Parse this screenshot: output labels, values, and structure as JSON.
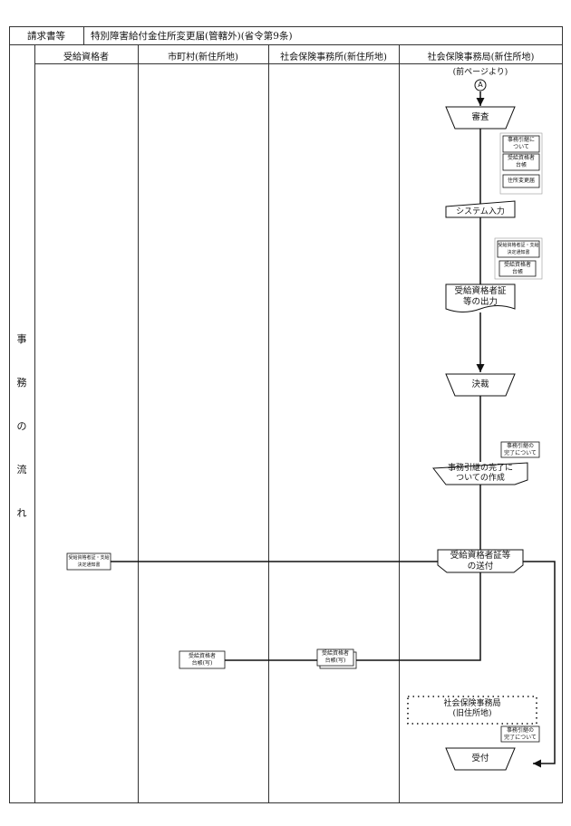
{
  "header": {
    "label": "請求書等",
    "title": "特別障害給付金住所変更届(管轄外)(省令第9条)"
  },
  "side_label": [
    "事",
    "務",
    "の",
    "流",
    "れ"
  ],
  "lanes": [
    "受給資格者",
    "市町村(新住所地)",
    "社会保険事務所(新住所地)",
    "社会保険事務局(新住所地)"
  ],
  "flow": {
    "from_prev": "(前ページより)",
    "connector": "A",
    "review": "審査",
    "system_input": "システム入力",
    "output": [
      "受給資格者証",
      "等の出力"
    ],
    "approval": "決裁",
    "completion": [
      "事務引継の完了に",
      "ついての作成"
    ],
    "send": [
      "受給資格者証等",
      "の送付"
    ],
    "old_office": [
      "社会保険事務局",
      "(旧住所地)"
    ],
    "receive": "受付"
  },
  "docs": {
    "review_docs": [
      [
        "事務引継に",
        "ついて"
      ],
      [
        "受給資格者",
        "台帳"
      ],
      [
        "住所変更届"
      ]
    ],
    "system_docs": [
      [
        "受給資格者証・支給",
        "決定通知書"
      ],
      [
        "受給資格者",
        "台帳"
      ]
    ],
    "completion_doc": [
      "事務引継の",
      "完了について"
    ],
    "recipient_doc": [
      "受給資格者証・支給",
      "決定通知書"
    ],
    "city_doc": [
      "受給資格者",
      "台帳(写)"
    ],
    "office_doc": [
      "受給資格者",
      "台帳(写)"
    ],
    "receive_doc": [
      "事務引継の",
      "完了について"
    ]
  }
}
